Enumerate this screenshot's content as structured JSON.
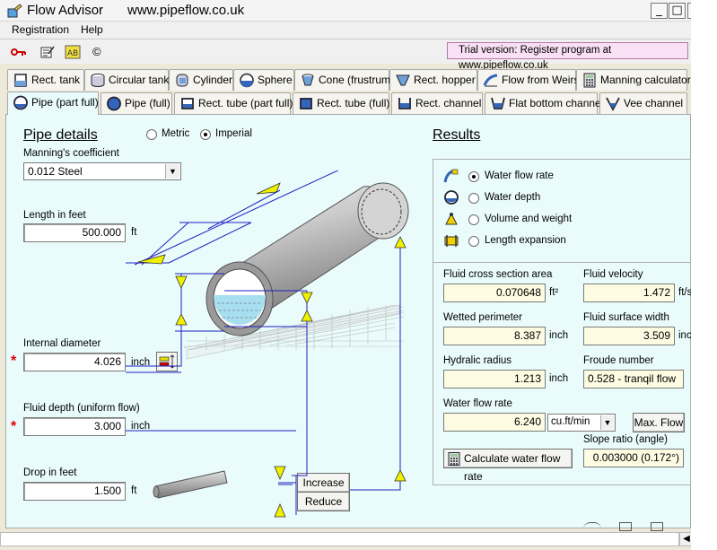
{
  "window": {
    "title": "Flow Advisor",
    "url": "www.pipeflow.co.uk",
    "minimize": "_",
    "maximize": "□",
    "close": "✕"
  },
  "menu": [
    "Registration",
    "Help"
  ],
  "toolbar": {
    "copyright": "©",
    "trial_notice": "Trial version: Register program at www.pipeflow.co.uk"
  },
  "tabs_row1": [
    "Rect. tank",
    "Circular tank",
    "Cylinder",
    "Sphere",
    "Cone (frustrum)",
    "Rect. hopper",
    "Flow from Weirs",
    "Manning calculator"
  ],
  "tabs_row2": [
    "Pipe (part full)",
    "Pipe (full)",
    "Rect. tube (part full)",
    "Rect. tube (full)",
    "Rect. channel",
    "Flat bottom channel",
    "Vee channel"
  ],
  "active_tab": "Pipe (part full)",
  "pipe_details": {
    "title": "Pipe details",
    "units": {
      "metric": "Metric",
      "imperial": "Imperial",
      "selected": "Imperial"
    },
    "manning_label": "Manning's coefficient",
    "manning_value": "0.012  Steel",
    "length_label": "Length  in feet",
    "length_value": "500.000",
    "length_unit": "ft",
    "diameter_label": "Internal diameter",
    "diameter_value": "4.026",
    "diameter_unit": "inch",
    "depth_label": "Fluid depth (uniform flow)",
    "depth_value": "3.000",
    "depth_unit": "inch",
    "drop_label": "Drop  in feet",
    "drop_value": "1.500",
    "drop_unit": "ft",
    "required_mark": "*",
    "increase": "Increase",
    "reduce": "Reduce"
  },
  "results": {
    "title": "Results",
    "modes": [
      "Water flow rate",
      "Water depth",
      "Volume and weight",
      "Length expansion"
    ],
    "selected_mode": "Water flow rate",
    "cross_section_label": "Fluid cross section area",
    "cross_section_value": "0.070648",
    "cross_section_unit": "ft²",
    "velocity_label": "Fluid velocity",
    "velocity_value": "1.472",
    "velocity_unit": "ft/s",
    "wetted_label": "Wetted perimeter",
    "wetted_value": "8.387",
    "wetted_unit": "inch",
    "surface_label": "Fluid surface width",
    "surface_value": "3.509",
    "surface_unit": "inch",
    "hydraulic_label": "Hydralic radius",
    "hydraulic_value": "1.213",
    "hydraulic_unit": "inch",
    "froude_label": "Froude number",
    "froude_value": "0.528 - tranqil flow",
    "flow_label": "Water flow rate",
    "flow_value": "6.240",
    "flow_unit": "cu.ft/min",
    "max_flow": "Max. Flow",
    "slope_label": "Slope ratio (angle)",
    "slope_value": "0.003000 (0.172°)",
    "calc_button": "Calculate water flow rate"
  },
  "colors": {
    "panel_bg": "#e9fbfb",
    "output_bg": "#fdfbe2",
    "diagram_line": "#2020c0",
    "arrow_yellow": "#f0f000",
    "trial_bg": "#fae0f4"
  }
}
